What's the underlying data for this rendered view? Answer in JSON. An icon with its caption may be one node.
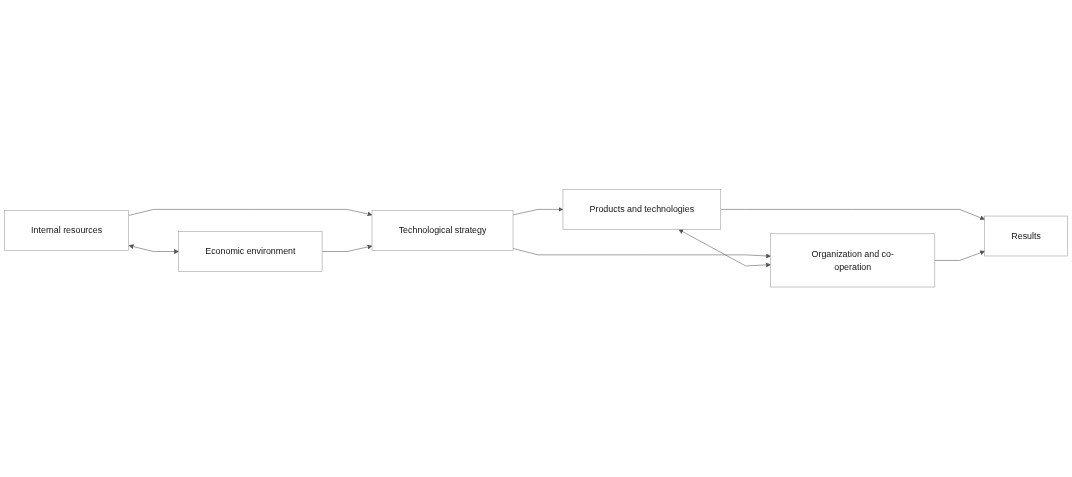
{
  "diagram": {
    "nodes": [
      {
        "text": [
          "Internal resources"
        ]
      },
      {
        "text": [
          "Economic environment"
        ]
      },
      {
        "text": [
          "Technological strategy"
        ]
      },
      {
        "text": [
          "Products and technologies"
        ]
      },
      {
        "text": [
          "Organization and co-operation"
        ]
      },
      {
        "text": [
          "Results"
        ]
      }
    ],
    "edges": [
      {
        "from": 0,
        "to": 1,
        "arrow": "both"
      },
      {
        "from": 0,
        "to": 2,
        "arrow": "to"
      },
      {
        "from": 1,
        "to": 2,
        "arrow": "to"
      },
      {
        "from": 2,
        "to": 3,
        "arrow": "to"
      },
      {
        "from": 2,
        "to": 4,
        "arrow": "to"
      },
      {
        "from": 3,
        "to": 4,
        "arrow": "both"
      },
      {
        "from": 3,
        "to": 5,
        "arrow": "to"
      },
      {
        "from": 4,
        "to": 5,
        "arrow": "to"
      }
    ]
  }
}
